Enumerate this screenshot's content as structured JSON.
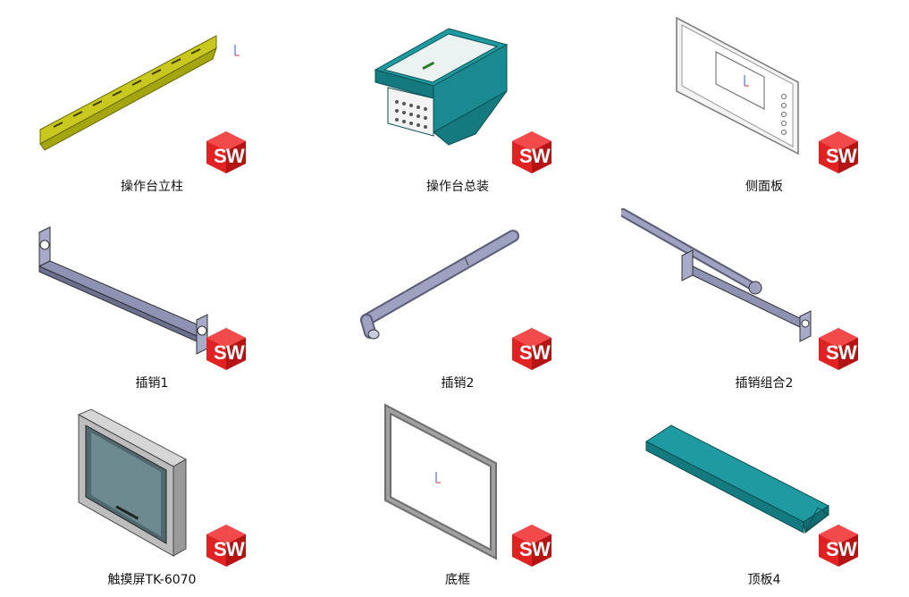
{
  "files": [
    {
      "name": "操作台立柱",
      "icon": "din-rail-part-icon",
      "badge": "SW"
    },
    {
      "name": "操作台总装",
      "icon": "console-assembly-icon",
      "badge": "SW"
    },
    {
      "name": "侧面板",
      "icon": "side-panel-part-icon",
      "badge": "SW"
    },
    {
      "name": "插销1",
      "icon": "bracket-part-icon",
      "badge": "SW"
    },
    {
      "name": "插销2",
      "icon": "pin-part-icon",
      "badge": "SW"
    },
    {
      "name": "插销组合2",
      "icon": "pin-assembly-icon",
      "badge": "SW"
    },
    {
      "name": "触摸屏TK-6070",
      "icon": "touchscreen-part-icon",
      "badge": "SW"
    },
    {
      "name": "底框",
      "icon": "frame-part-icon",
      "badge": "SW"
    },
    {
      "name": "顶板4",
      "icon": "top-plate-part-icon",
      "badge": "SW"
    }
  ],
  "colors": {
    "rail": "#c8c81e",
    "teal": "#1f9aa0",
    "steel": "#8e93b3",
    "badge_red": "#d81f1f"
  }
}
